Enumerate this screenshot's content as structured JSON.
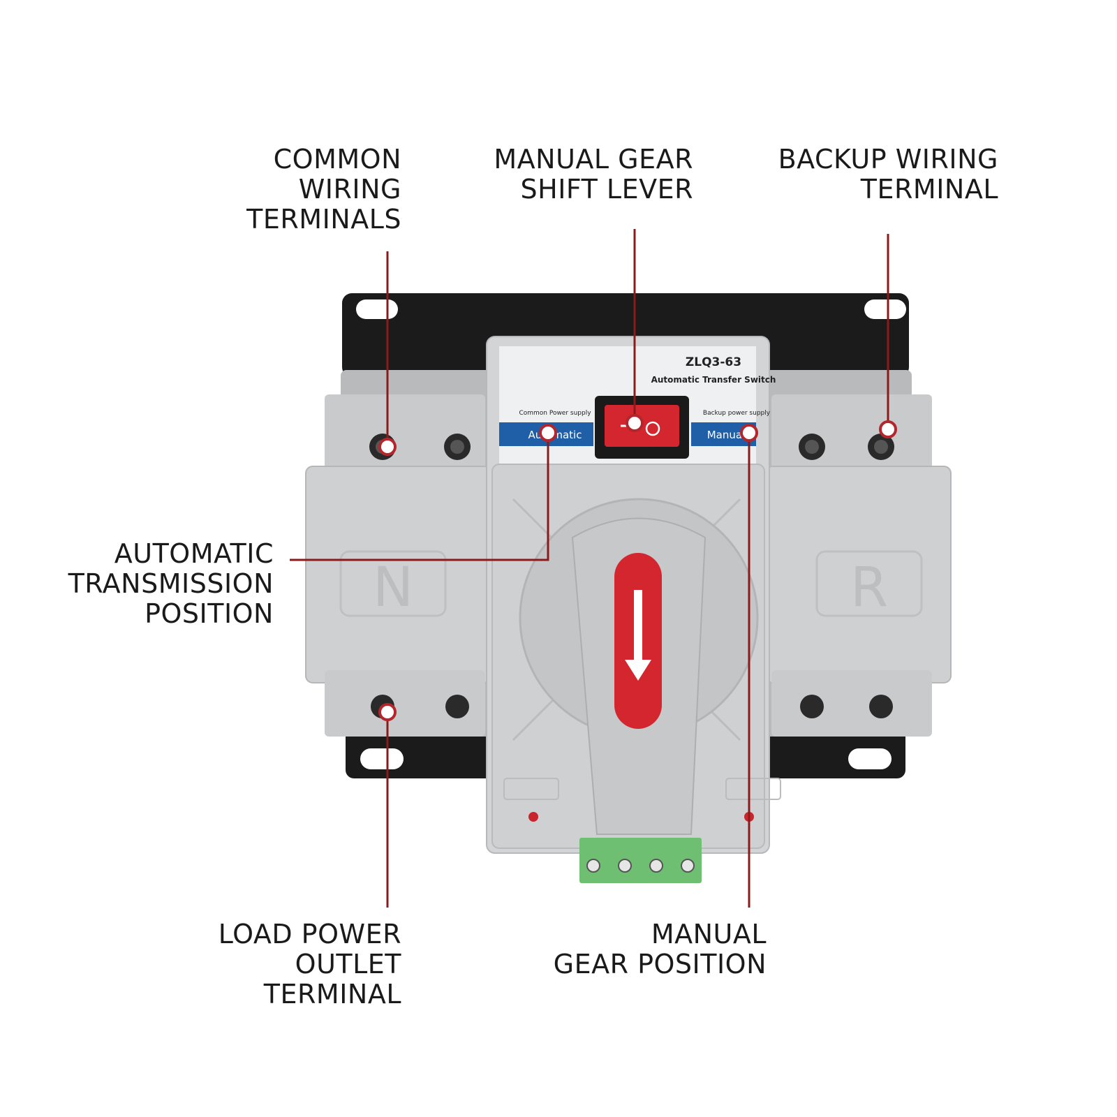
{
  "callouts": {
    "common_wiring_terminals": [
      "COMMON",
      "WIRING",
      "TERMINALS"
    ],
    "manual_gear_shift_lever": [
      "MANUAL GEAR",
      "SHIFT LEVER"
    ],
    "backup_wiring_terminal": [
      "BACKUP WIRING",
      "TERMINAL"
    ],
    "automatic_transmission_position": [
      "AUTOMATIC",
      "TRANSMISSION",
      "POSITION"
    ],
    "load_power_outlet_terminal": [
      "LOAD POWER",
      "OUTLET",
      "TERMINAL"
    ],
    "manual_gear_position": [
      "MANUAL",
      "GEAR POSITION"
    ]
  },
  "device": {
    "model": "ZLQ3-63",
    "type_label": "Automatic Transfer Switch",
    "common_supply_label": "Common Power supply",
    "backup_supply_label": "Backup power supply",
    "automatic_label": "Automatic",
    "manual_label": "Manual",
    "left_letter": "N",
    "right_letter": "R"
  },
  "colors": {
    "leader_line": "#8b1a1a",
    "accent_red": "#d62a30",
    "label_blue": "#1f5fa8",
    "housing_gray": "#c8c9cb",
    "mount_black": "#1b1b1b"
  }
}
